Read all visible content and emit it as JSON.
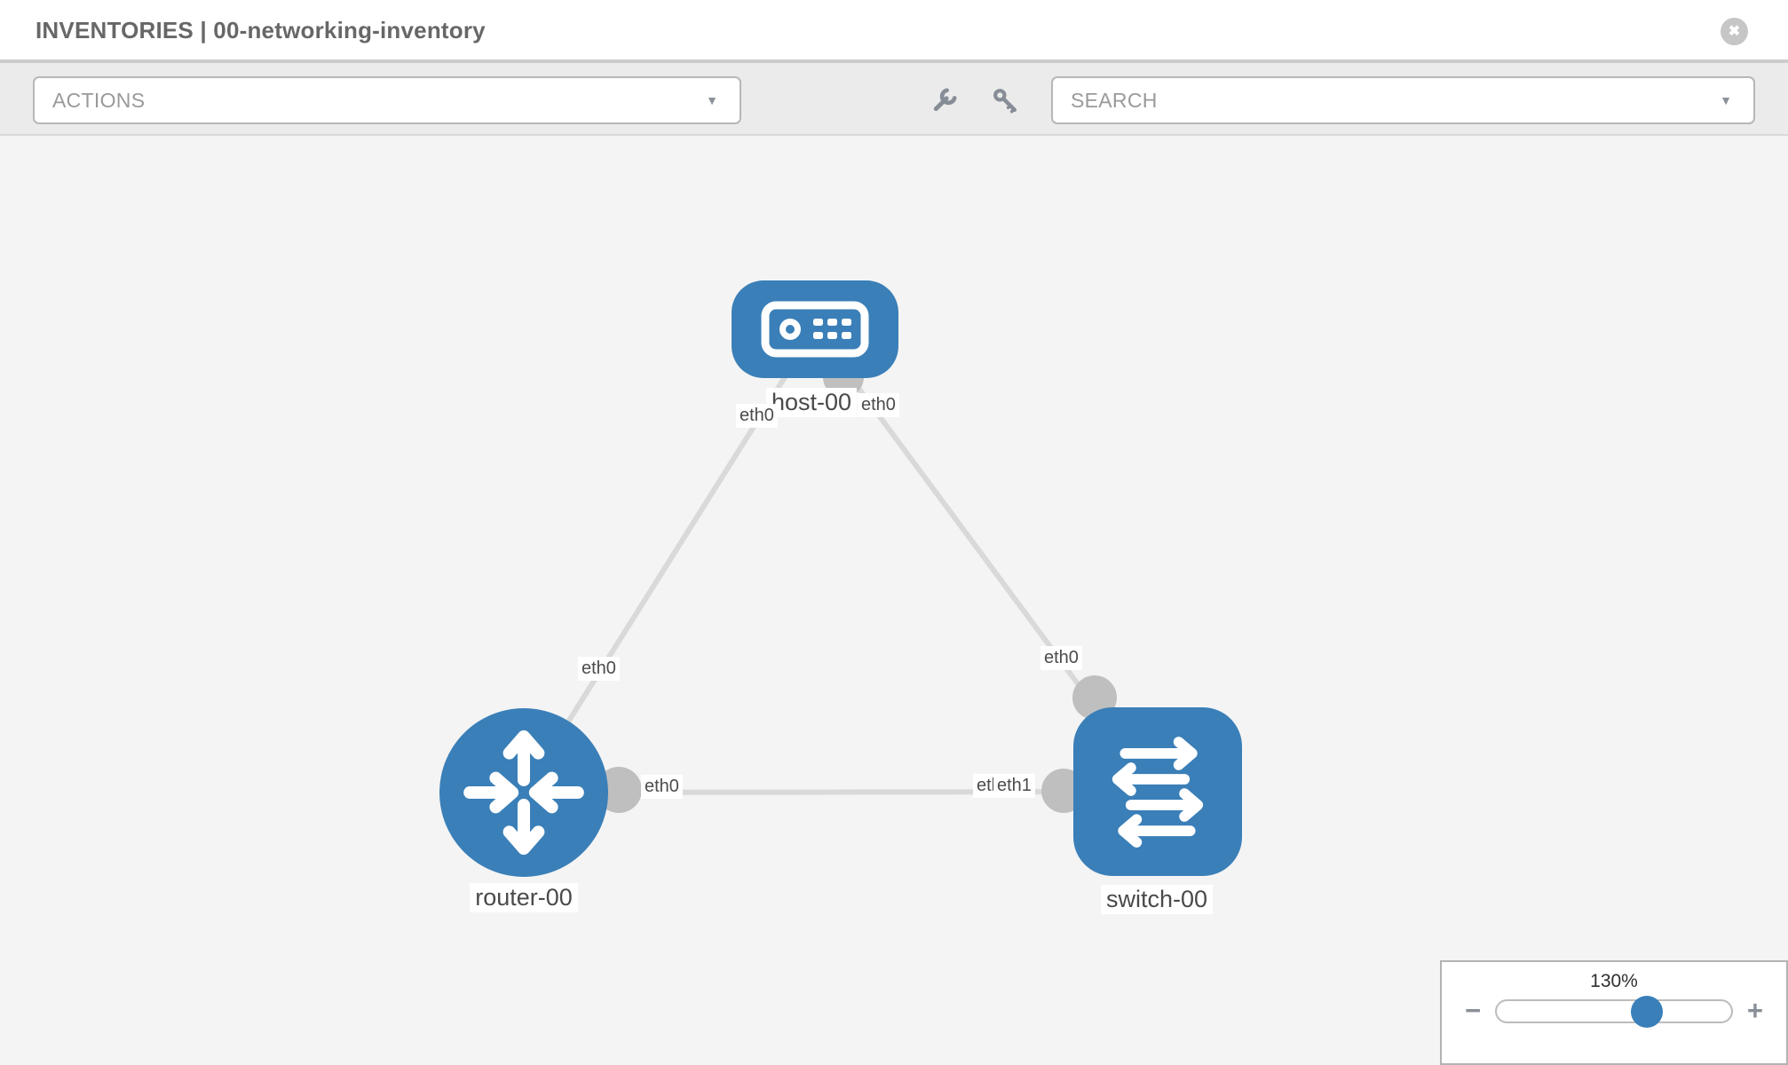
{
  "header": {
    "title": "INVENTORIES | 00-networking-inventory"
  },
  "toolbar": {
    "actions_label": "ACTIONS",
    "search_label": "SEARCH",
    "tool_icons": [
      "wrench-icon",
      "key-icon"
    ]
  },
  "icons": {
    "caret_glyph": "▼",
    "close_glyph": "✖",
    "minus_glyph": "−",
    "plus_glyph": "+"
  },
  "topology": {
    "nodes": [
      {
        "id": "host-00",
        "type": "host",
        "label": "host-00"
      },
      {
        "id": "router-00",
        "type": "router",
        "label": "router-00"
      },
      {
        "id": "switch-00",
        "type": "switch",
        "label": "switch-00"
      }
    ],
    "links": [
      {
        "from": "host-00",
        "to": "router-00",
        "from_interface": "eth0",
        "to_interface": "eth0"
      },
      {
        "from": "host-00",
        "to": "switch-00",
        "from_interface": "eth0",
        "to_interface": "eth0"
      },
      {
        "from": "router-00",
        "to": "switch-00",
        "from_interface": "eth0",
        "to_interface": "eth1",
        "occluded_interface_label": "eth0"
      }
    ]
  },
  "zoom_control": {
    "value": "130%"
  },
  "colors": {
    "node_blue": "#3a7fb8",
    "link_gray": "#d9d9d9",
    "connector_gray": "#bfbfbf",
    "canvas_bg": "#f4f4f4",
    "toolbar_bg": "#ebebeb"
  }
}
